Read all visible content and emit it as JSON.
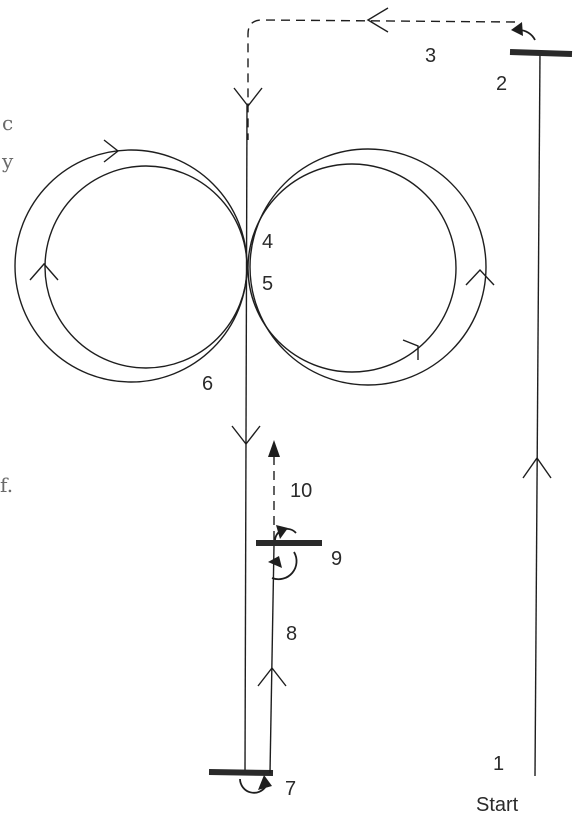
{
  "diagram": {
    "labels": {
      "p1": "1",
      "start": "Start",
      "p2": "2",
      "p3": "3",
      "p4": "4",
      "p5": "5",
      "p6": "6",
      "p7": "7",
      "p8": "8",
      "p9": "9",
      "p10": "10"
    },
    "margin_notes": {
      "note_top": "c",
      "note_top2": "y",
      "note_bottom": "f."
    }
  }
}
